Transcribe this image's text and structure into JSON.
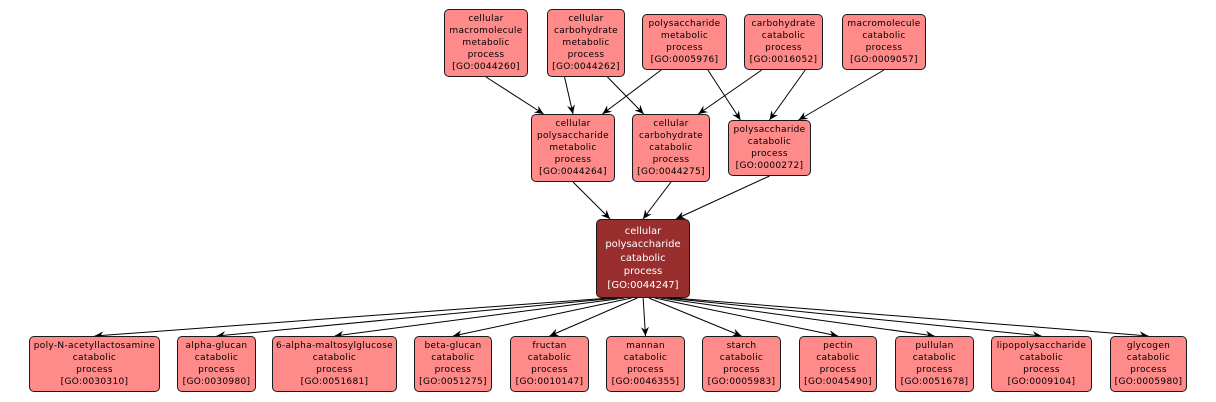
{
  "colors": {
    "node_fill": "#ff8a8a",
    "focus_fill": "#992e2e",
    "border": "#1a1a1a",
    "edge": "#000000"
  },
  "nodes": {
    "n0044260": {
      "lines": [
        "cellular",
        "macromolecule",
        "metabolic",
        "process"
      ],
      "id": "[GO:0044260]"
    },
    "n0044262": {
      "lines": [
        "cellular",
        "carbohydrate",
        "metabolic",
        "process"
      ],
      "id": "[GO:0044262]"
    },
    "n0005976": {
      "lines": [
        "polysaccharide",
        "metabolic",
        "process"
      ],
      "id": "[GO:0005976]"
    },
    "n0016052": {
      "lines": [
        "carbohydrate",
        "catabolic",
        "process"
      ],
      "id": "[GO:0016052]"
    },
    "n0009057": {
      "lines": [
        "macromolecule",
        "catabolic",
        "process"
      ],
      "id": "[GO:0009057]"
    },
    "n0044264": {
      "lines": [
        "cellular",
        "polysaccharide",
        "metabolic",
        "process"
      ],
      "id": "[GO:0044264]"
    },
    "n0044275": {
      "lines": [
        "cellular",
        "carbohydrate",
        "catabolic",
        "process"
      ],
      "id": "[GO:0044275]"
    },
    "n0000272": {
      "lines": [
        "polysaccharide",
        "catabolic",
        "process"
      ],
      "id": "[GO:0000272]"
    },
    "n0044247": {
      "lines": [
        "cellular",
        "polysaccharide",
        "catabolic",
        "process"
      ],
      "id": "[GO:0044247]"
    },
    "n0030310": {
      "lines": [
        "poly-N-acetyllactosamine",
        "catabolic",
        "process"
      ],
      "id": "[GO:0030310]"
    },
    "n0030980": {
      "lines": [
        "alpha-glucan",
        "catabolic",
        "process"
      ],
      "id": "[GO:0030980]"
    },
    "n0051681": {
      "lines": [
        "6-alpha-maltosylglucose",
        "catabolic",
        "process"
      ],
      "id": "[GO:0051681]"
    },
    "n0051275": {
      "lines": [
        "beta-glucan",
        "catabolic",
        "process"
      ],
      "id": "[GO:0051275]"
    },
    "n0010147": {
      "lines": [
        "fructan",
        "catabolic",
        "process"
      ],
      "id": "[GO:0010147]"
    },
    "n0046355": {
      "lines": [
        "mannan",
        "catabolic",
        "process"
      ],
      "id": "[GO:0046355]"
    },
    "n0005983": {
      "lines": [
        "starch",
        "catabolic",
        "process"
      ],
      "id": "[GO:0005983]"
    },
    "n0045490": {
      "lines": [
        "pectin",
        "catabolic",
        "process"
      ],
      "id": "[GO:0045490]"
    },
    "n0051678": {
      "lines": [
        "pullulan",
        "catabolic",
        "process"
      ],
      "id": "[GO:0051678]"
    },
    "n0009104": {
      "lines": [
        "lipopolysaccharide",
        "catabolic",
        "process"
      ],
      "id": "[GO:0009104]"
    },
    "n0005980": {
      "lines": [
        "glycogen",
        "catabolic",
        "process"
      ],
      "id": "[GO:0005980]"
    }
  },
  "edges": [
    [
      "n0044260",
      "n0044264"
    ],
    [
      "n0044262",
      "n0044264"
    ],
    [
      "n0005976",
      "n0044264"
    ],
    [
      "n0044262",
      "n0044275"
    ],
    [
      "n0016052",
      "n0044275"
    ],
    [
      "n0005976",
      "n0000272"
    ],
    [
      "n0016052",
      "n0000272"
    ],
    [
      "n0009057",
      "n0000272"
    ],
    [
      "n0044264",
      "n0044247"
    ],
    [
      "n0044275",
      "n0044247"
    ],
    [
      "n0000272",
      "n0044247"
    ],
    [
      "n0044247",
      "n0030310"
    ],
    [
      "n0044247",
      "n0030980"
    ],
    [
      "n0044247",
      "n0051681"
    ],
    [
      "n0044247",
      "n0051275"
    ],
    [
      "n0044247",
      "n0010147"
    ],
    [
      "n0044247",
      "n0046355"
    ],
    [
      "n0044247",
      "n0005983"
    ],
    [
      "n0044247",
      "n0045490"
    ],
    [
      "n0044247",
      "n0051678"
    ],
    [
      "n0044247",
      "n0009104"
    ],
    [
      "n0044247",
      "n0005980"
    ]
  ]
}
